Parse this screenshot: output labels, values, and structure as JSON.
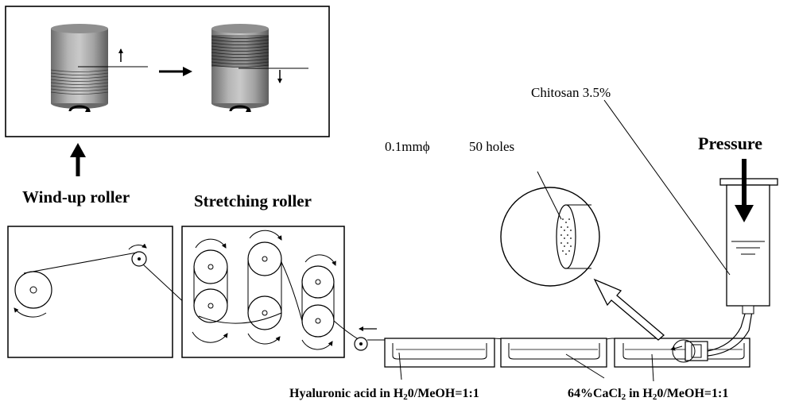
{
  "labels": {
    "wind_up_roller": "Wind-up roller",
    "stretching_roller": "Stretching roller",
    "pressure": "Pressure",
    "chitosan": "Chitosan 3.5%",
    "nozzle_diameter": "0.1mmϕ",
    "holes": "50 holes",
    "bath_left_prefix": "Hyaluronic acid in H",
    "bath_left_sub": "2",
    "bath_left_suffix": "0/MeOH=1:1",
    "bath_right_prefix": "64%CaCl",
    "bath_right_sub1": "2",
    "bath_right_mid": " in H",
    "bath_right_sub2": "2",
    "bath_right_suffix": "0/MeOH=1:1"
  }
}
